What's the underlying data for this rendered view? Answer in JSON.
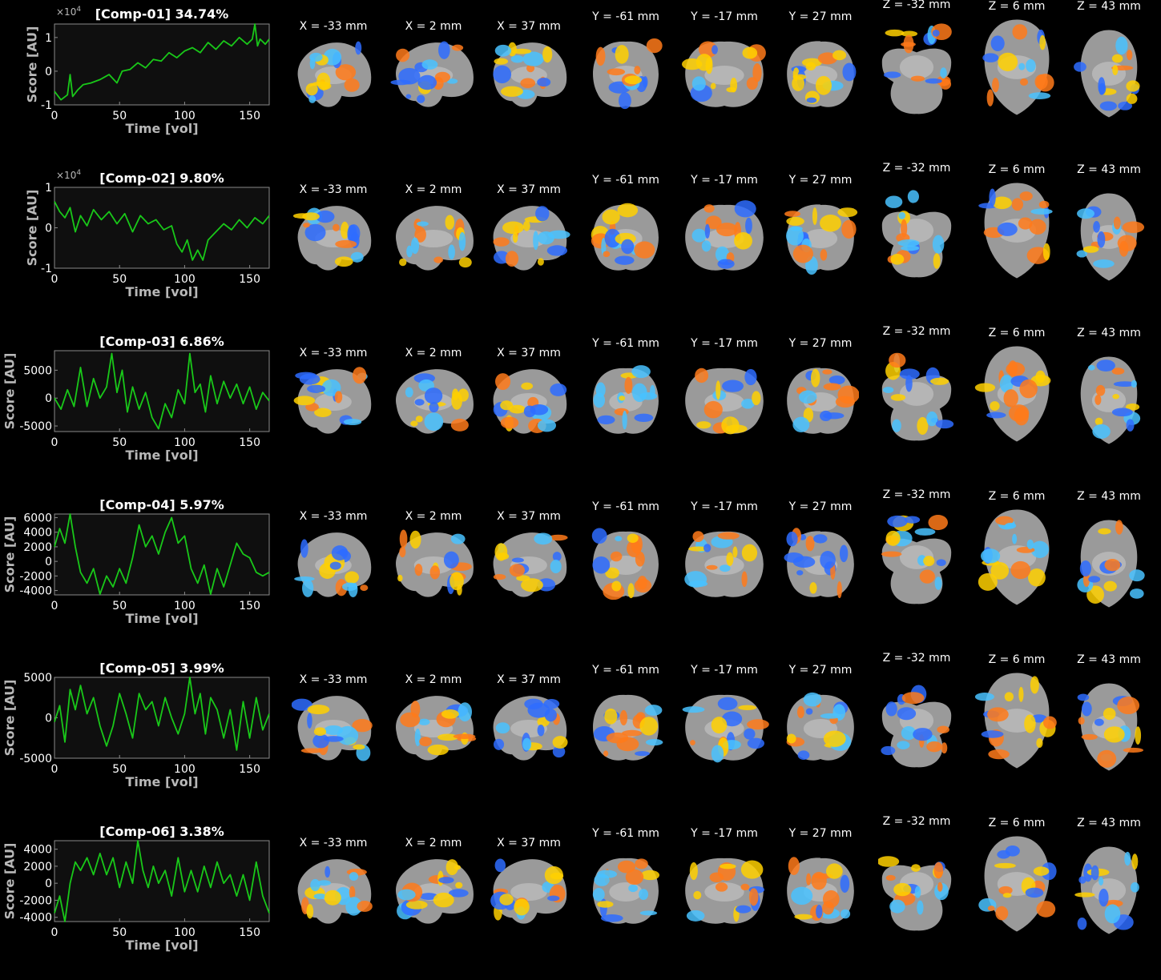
{
  "x_axis": {
    "label": "Time [vol]",
    "ticks": [
      0,
      50,
      100,
      150
    ],
    "xlim": [
      0,
      165
    ]
  },
  "y_axis_label": "Score [AU]",
  "slice_labels": [
    "X = -33 mm",
    "X = 2 mm",
    "X = 37 mm",
    "Y = -61 mm",
    "Y = -17 mm",
    "Y = 27 mm",
    "Z = -32 mm",
    "Z = 6 mm",
    "Z = 43 mm"
  ],
  "colors": {
    "trace": "#19c819",
    "axes_bg": "#0f0f0f",
    "axes_frame": "#8a8a8a",
    "text": "#ffffff",
    "warm": "#ff7a1a",
    "hot": "#ffd000",
    "cool": "#2e6cff",
    "cyan": "#49c2ff"
  },
  "components": [
    {
      "title": "[Comp-01] 34.74%",
      "multiplier": "×10",
      "exponent": "4",
      "yticks": [
        1,
        0,
        -1
      ],
      "ylim": [
        -1.0,
        1.4
      ]
    },
    {
      "title": "[Comp-02] 9.80%",
      "multiplier": "×10",
      "exponent": "4",
      "yticks": [
        1,
        0,
        -1
      ],
      "ylim": [
        -1.0,
        1.0
      ]
    },
    {
      "title": "[Comp-03] 6.86%",
      "multiplier": "",
      "exponent": "",
      "yticks": [
        5000,
        0,
        -5000
      ],
      "ylim": [
        -6000,
        8500
      ]
    },
    {
      "title": "[Comp-04] 5.97%",
      "multiplier": "",
      "exponent": "",
      "yticks": [
        6000,
        4000,
        2000,
        0,
        -2000,
        -4000
      ],
      "ylim": [
        -4600,
        6500
      ]
    },
    {
      "title": "[Comp-05] 3.99%",
      "multiplier": "",
      "exponent": "",
      "yticks": [
        5000,
        0,
        -5000
      ],
      "ylim": [
        -5000,
        5000
      ]
    },
    {
      "title": "[Comp-06] 3.38%",
      "multiplier": "",
      "exponent": "",
      "yticks": [
        4000,
        2000,
        0,
        -2000,
        -4000
      ],
      "ylim": [
        -4500,
        5000
      ]
    }
  ],
  "chart_data": [
    {
      "type": "line",
      "title": "[Comp-01] 34.74%",
      "xlabel": "Time [vol]",
      "ylabel": "Score [AU]",
      "xlim": [
        0,
        165
      ],
      "ylim": [
        -1.0,
        1.4
      ],
      "series": [
        {
          "x": [
            0,
            5,
            10,
            12,
            14,
            18,
            22,
            28,
            35,
            42,
            48,
            52,
            58,
            64,
            70,
            76,
            82,
            88,
            94,
            100,
            106,
            112,
            118,
            124,
            130,
            136,
            142,
            148,
            152,
            154,
            156,
            158,
            162,
            165
          ],
          "values": [
            -0.6,
            -0.85,
            -0.7,
            -0.1,
            -0.75,
            -0.55,
            -0.4,
            -0.35,
            -0.25,
            -0.1,
            -0.35,
            0.0,
            0.05,
            0.25,
            0.1,
            0.35,
            0.3,
            0.55,
            0.4,
            0.6,
            0.7,
            0.55,
            0.85,
            0.65,
            0.9,
            0.75,
            1.0,
            0.8,
            0.95,
            1.45,
            0.75,
            0.95,
            0.8,
            0.95
          ]
        }
      ]
    },
    {
      "type": "line",
      "title": "[Comp-02] 9.80%",
      "xlabel": "Time [vol]",
      "ylabel": "Score [AU]",
      "xlim": [
        0,
        165
      ],
      "ylim": [
        -1.0,
        1.0
      ],
      "series": [
        {
          "x": [
            0,
            4,
            8,
            12,
            16,
            20,
            25,
            30,
            36,
            42,
            48,
            54,
            60,
            66,
            72,
            78,
            84,
            90,
            94,
            98,
            102,
            106,
            110,
            114,
            118,
            124,
            130,
            136,
            142,
            148,
            154,
            160,
            165
          ],
          "values": [
            0.65,
            0.4,
            0.25,
            0.5,
            -0.1,
            0.3,
            0.05,
            0.45,
            0.2,
            0.4,
            0.1,
            0.35,
            -0.1,
            0.3,
            0.1,
            0.2,
            -0.05,
            0.05,
            -0.4,
            -0.6,
            -0.3,
            -0.8,
            -0.55,
            -0.8,
            -0.3,
            -0.1,
            0.1,
            -0.05,
            0.2,
            0.0,
            0.25,
            0.1,
            0.3
          ]
        }
      ]
    },
    {
      "type": "line",
      "title": "[Comp-03] 6.86%",
      "xlabel": "Time [vol]",
      "ylabel": "Score [AU]",
      "xlim": [
        0,
        165
      ],
      "ylim": [
        -6000,
        8500
      ],
      "series": [
        {
          "x": [
            0,
            5,
            10,
            15,
            20,
            25,
            30,
            35,
            40,
            44,
            48,
            52,
            56,
            60,
            65,
            70,
            75,
            80,
            85,
            90,
            95,
            100,
            104,
            108,
            112,
            116,
            120,
            125,
            130,
            135,
            140,
            145,
            150,
            155,
            160,
            165
          ],
          "values": [
            0,
            -2000,
            1500,
            -1500,
            5500,
            -1500,
            3500,
            0,
            2000,
            8000,
            1000,
            5000,
            -2500,
            2000,
            -2000,
            1000,
            -3500,
            -5500,
            -1000,
            -3500,
            1500,
            -1000,
            8000,
            1000,
            2500,
            -2500,
            4000,
            -1000,
            3000,
            0,
            2500,
            -1000,
            2000,
            -2000,
            1000,
            -500
          ]
        }
      ]
    },
    {
      "type": "line",
      "title": "[Comp-04] 5.97%",
      "xlabel": "Time [vol]",
      "ylabel": "Score [AU]",
      "xlim": [
        0,
        165
      ],
      "ylim": [
        -4600,
        6500
      ],
      "series": [
        {
          "x": [
            0,
            4,
            8,
            12,
            16,
            20,
            25,
            30,
            35,
            40,
            45,
            50,
            55,
            60,
            65,
            70,
            75,
            80,
            85,
            90,
            95,
            100,
            105,
            110,
            115,
            120,
            125,
            130,
            135,
            140,
            145,
            150,
            155,
            160,
            165
          ],
          "values": [
            2000,
            4500,
            2500,
            6500,
            2000,
            -1500,
            -3000,
            -1000,
            -4500,
            -2000,
            -3500,
            -1000,
            -3000,
            500,
            5000,
            2000,
            3500,
            1000,
            4000,
            6000,
            2500,
            3500,
            -1000,
            -3000,
            -500,
            -4500,
            -1000,
            -3500,
            -500,
            2500,
            1000,
            500,
            -1500,
            -2000,
            -1500
          ]
        }
      ]
    },
    {
      "type": "line",
      "title": "[Comp-05] 3.99%",
      "xlabel": "Time [vol]",
      "ylabel": "Score [AU]",
      "xlim": [
        0,
        165
      ],
      "ylim": [
        -5000,
        5000
      ],
      "series": [
        {
          "x": [
            0,
            4,
            8,
            12,
            16,
            20,
            25,
            30,
            35,
            40,
            45,
            50,
            55,
            60,
            65,
            70,
            75,
            80,
            85,
            90,
            95,
            100,
            104,
            108,
            112,
            116,
            120,
            125,
            130,
            135,
            140,
            145,
            150,
            155,
            160,
            165
          ],
          "values": [
            -500,
            1500,
            -3000,
            3500,
            1000,
            4000,
            500,
            2500,
            -1000,
            -3500,
            -1000,
            3000,
            500,
            -2500,
            3000,
            1000,
            2000,
            -1000,
            2500,
            0,
            -2000,
            500,
            5000,
            500,
            3000,
            -2000,
            2500,
            1000,
            -2500,
            1000,
            -4000,
            2000,
            -2500,
            2500,
            -1500,
            500
          ]
        }
      ]
    },
    {
      "type": "line",
      "title": "[Comp-06] 3.38%",
      "xlabel": "Time [vol]",
      "ylabel": "Score [AU]",
      "xlim": [
        0,
        165
      ],
      "ylim": [
        -4500,
        5000
      ],
      "series": [
        {
          "x": [
            0,
            4,
            8,
            12,
            16,
            20,
            25,
            30,
            35,
            40,
            45,
            50,
            55,
            60,
            64,
            68,
            72,
            76,
            80,
            85,
            90,
            95,
            100,
            105,
            110,
            115,
            120,
            125,
            130,
            135,
            140,
            145,
            150,
            155,
            160,
            165
          ],
          "values": [
            -3500,
            -1500,
            -4500,
            0,
            2500,
            1500,
            3000,
            1000,
            3500,
            1000,
            3000,
            -500,
            2500,
            0,
            5000,
            1500,
            -500,
            2000,
            0,
            1500,
            -1500,
            3000,
            -1000,
            1500,
            -1000,
            2000,
            -500,
            2500,
            0,
            1000,
            -1500,
            1000,
            -2000,
            2500,
            -1500,
            -3500
          ]
        }
      ]
    }
  ]
}
